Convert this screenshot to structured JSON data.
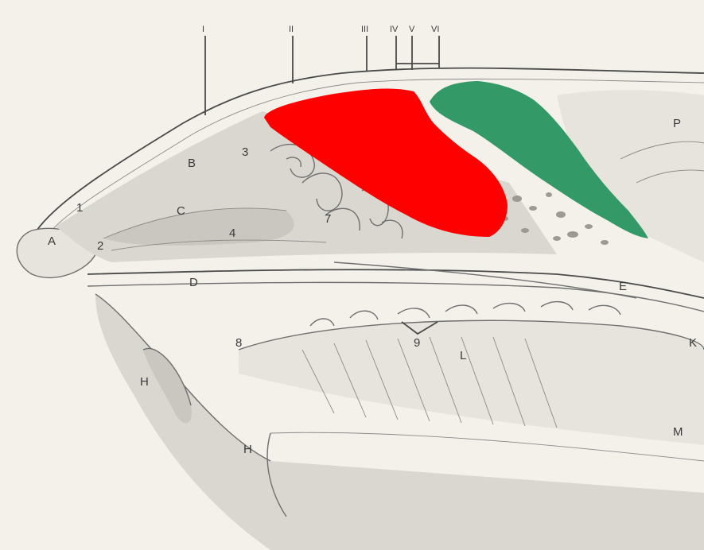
{
  "figure": {
    "top_labels": [
      {
        "text": "I"
      },
      {
        "text": "II"
      },
      {
        "text": "III"
      },
      {
        "text": "IV"
      },
      {
        "text": "V"
      },
      {
        "text": "VI"
      }
    ],
    "structure_labels": [
      {
        "key": "A",
        "text": "A"
      },
      {
        "key": "B",
        "text": "B"
      },
      {
        "key": "C",
        "text": "C"
      },
      {
        "key": "D",
        "text": "D"
      },
      {
        "key": "E",
        "text": "E"
      },
      {
        "key": "H",
        "text": "H"
      },
      {
        "key": "H2",
        "text": "H"
      },
      {
        "key": "K",
        "text": "K"
      },
      {
        "key": "L",
        "text": "L"
      },
      {
        "key": "M",
        "text": "M"
      },
      {
        "key": "P",
        "text": "P"
      },
      {
        "key": "n1",
        "text": "1"
      },
      {
        "key": "n2",
        "text": "2"
      },
      {
        "key": "n3",
        "text": "3"
      },
      {
        "key": "n4",
        "text": "4"
      },
      {
        "key": "n7",
        "text": "7"
      },
      {
        "key": "n8",
        "text": "8"
      },
      {
        "key": "n9",
        "text": "9"
      }
    ],
    "highlights": [
      {
        "key": "red-region",
        "color": "#ff0000"
      },
      {
        "key": "green-region",
        "color": "#339966"
      }
    ]
  }
}
